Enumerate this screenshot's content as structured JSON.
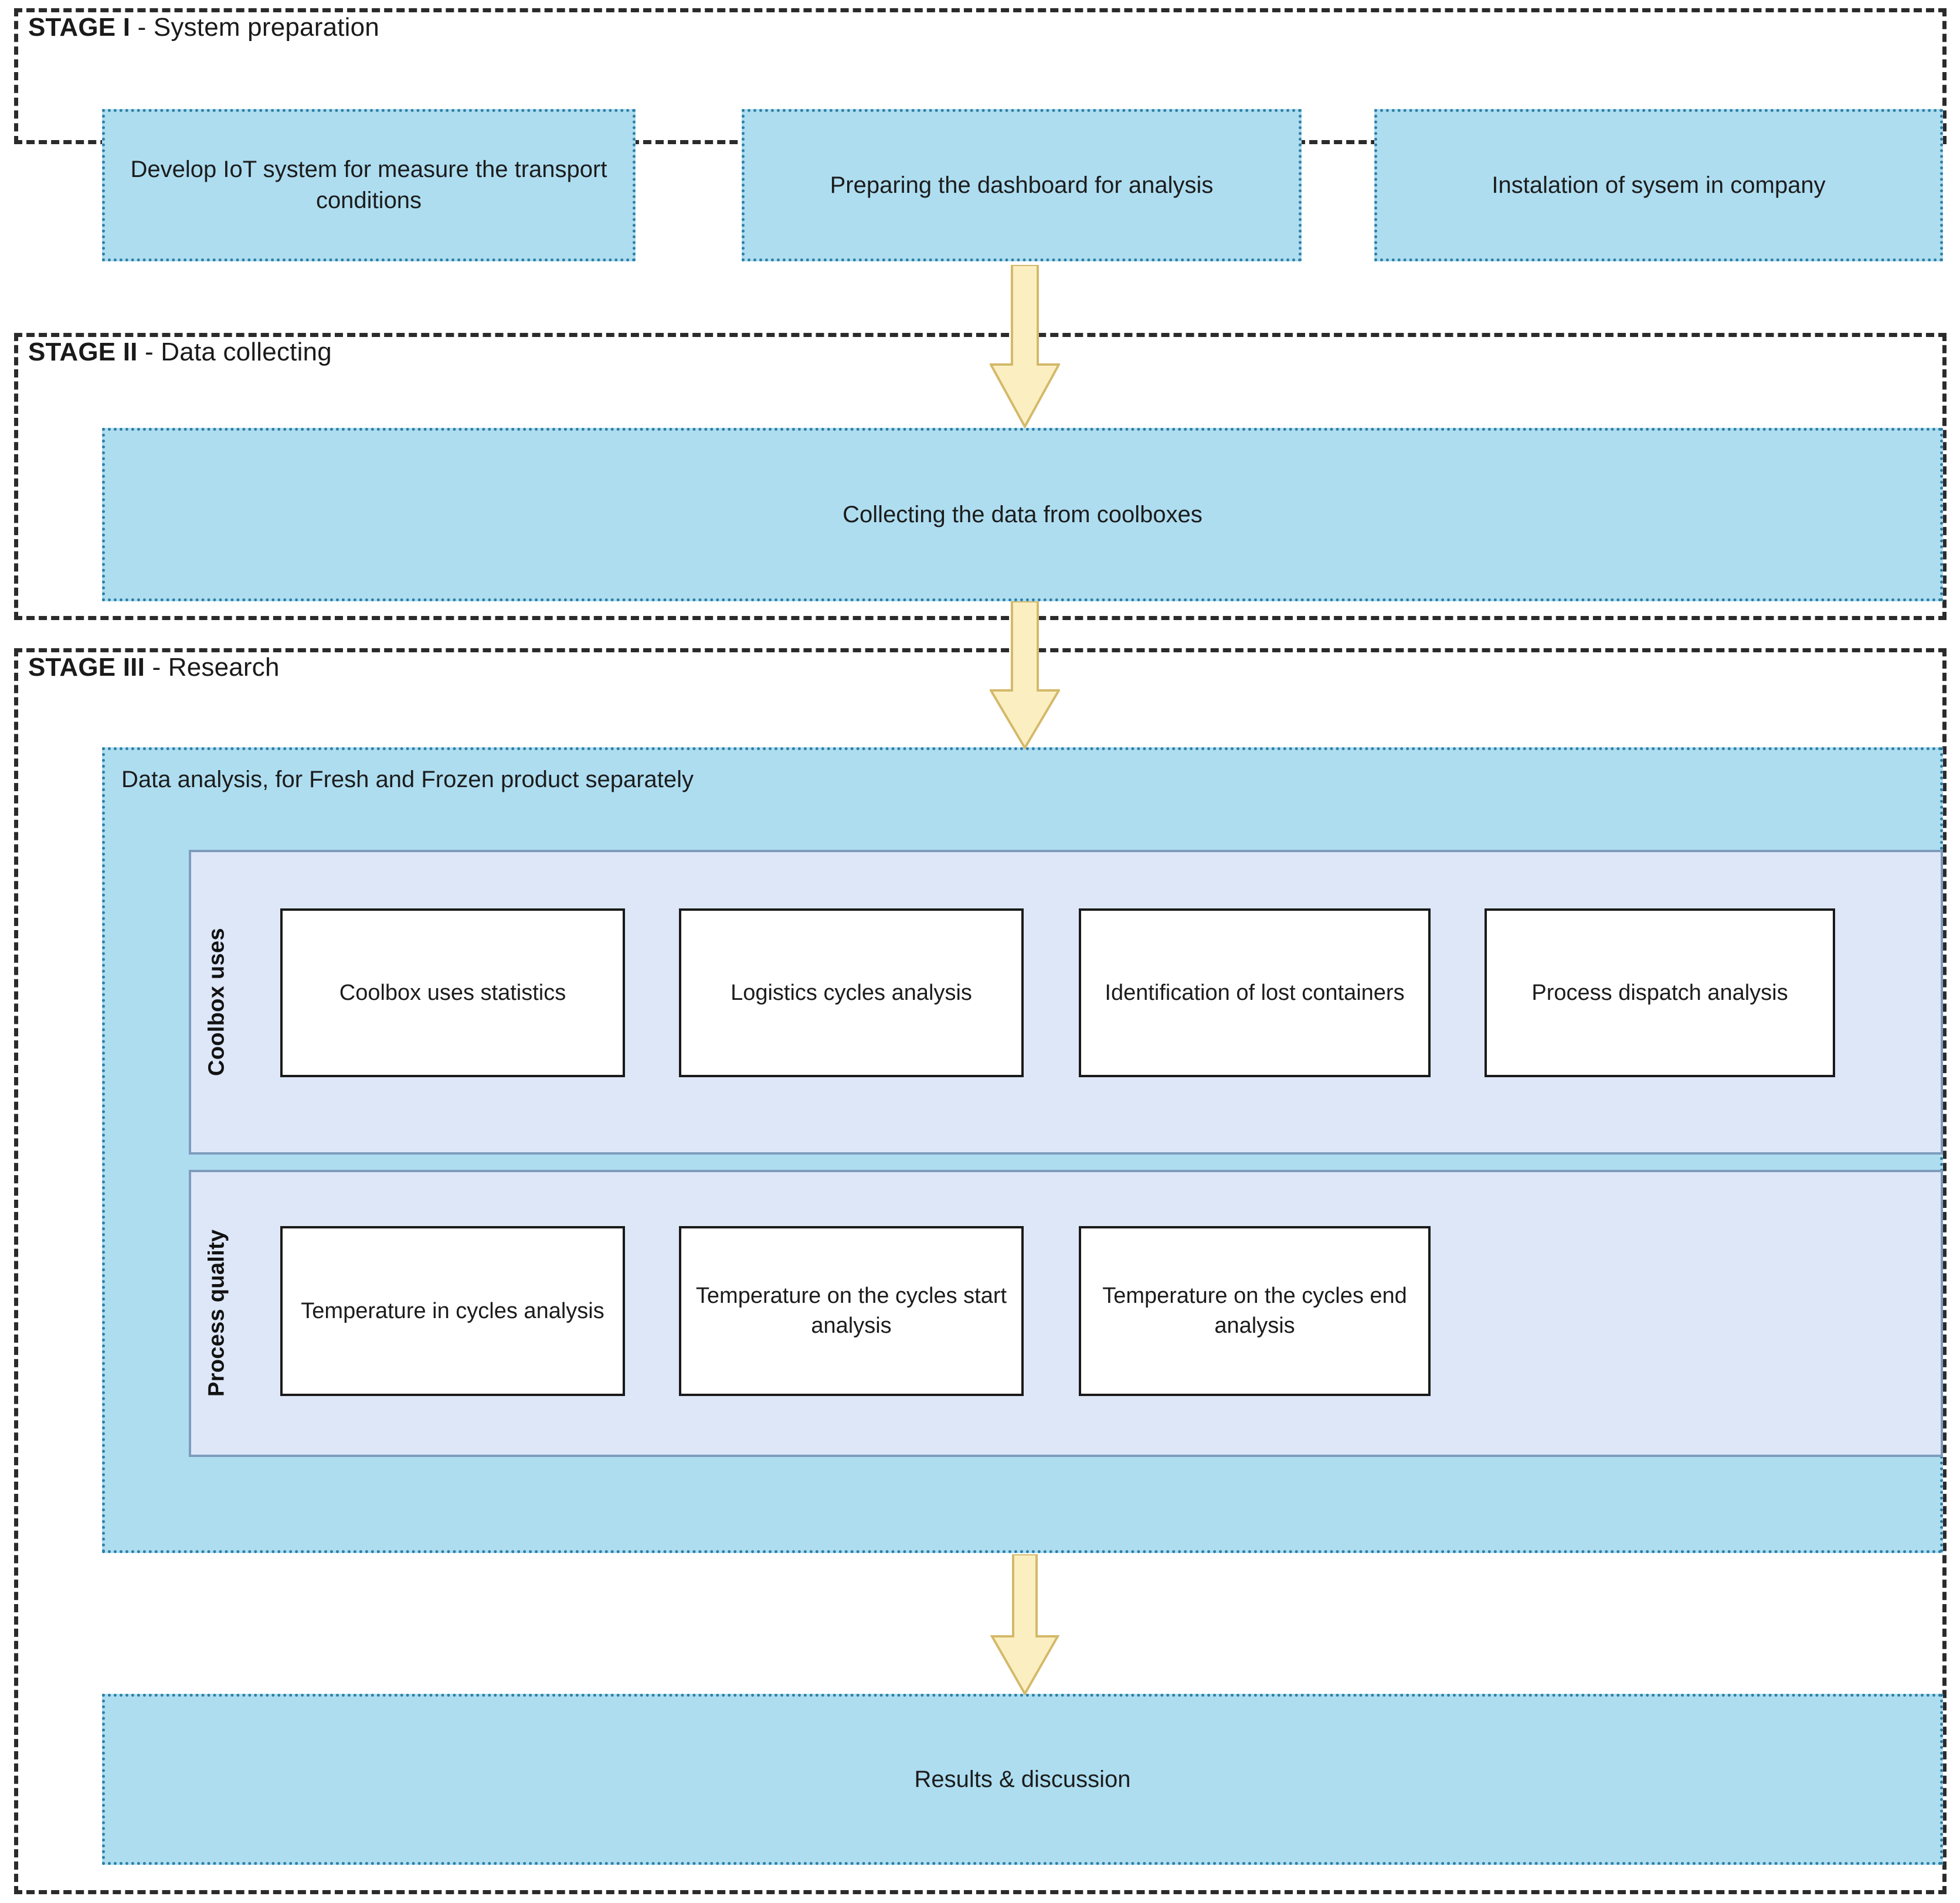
{
  "colors": {
    "stage_border": "#2b2b2b",
    "box_fill": "#AEDDF0",
    "box_border": "#2E7FA5",
    "panel_fill": "#DDE7F8",
    "panel_border": "#7E9CBD",
    "leaf_fill": "#FFFFFF",
    "leaf_border": "#1a1a1a",
    "arrow_fill": "#FBEFC2",
    "arrow_border": "#D4B96A"
  },
  "stages": {
    "stage1": {
      "label_strong": "STAGE I",
      "label_rest": " - System preparation",
      "boxes": [
        {
          "text": "Develop IoT system for measure the transport conditions"
        },
        {
          "text": "Preparing the dashboard for analysis"
        },
        {
          "text": "Instalation of sysem in company"
        }
      ]
    },
    "stage2": {
      "label_strong": "STAGE II",
      "label_rest": " - Data collecting",
      "boxes": [
        {
          "text": "Collecting the data from coolboxes"
        }
      ]
    },
    "stage3": {
      "label_strong": "STAGE III",
      "label_rest": " - Research",
      "analysis_box_title": "Data analysis, for Fresh and Frozen product separately",
      "groups": [
        {
          "label": "Coolbox uses",
          "items": [
            "Coolbox uses statistics",
            "Logistics cycles analysis",
            "Identification of lost containers",
            "Process dispatch analysis"
          ]
        },
        {
          "label": "Process quality",
          "items": [
            "Temperature in cycles analysis",
            "Temperature on the cycles start analysis",
            "Temperature on the cycles end analysis"
          ]
        }
      ],
      "results_box": "Results & discussion"
    }
  },
  "arrows": [
    {
      "name": "arrow-stage1-to-stage2"
    },
    {
      "name": "arrow-stage2-to-stage3"
    },
    {
      "name": "arrow-analysis-to-results"
    }
  ]
}
